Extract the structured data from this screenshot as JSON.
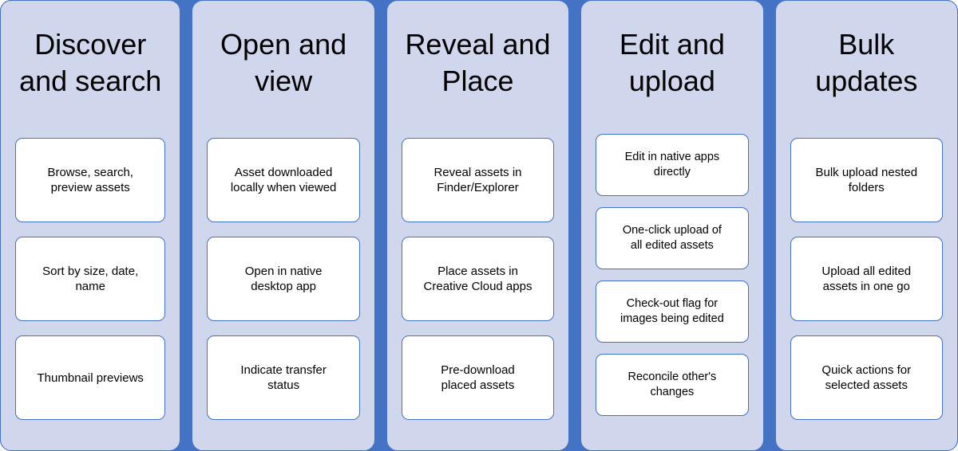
{
  "theme": {
    "plate_color": "#4472C4",
    "column_fill": "#D0D6EC",
    "column_border": "#4472C4",
    "card_fill": "#FFFFFF",
    "card_border": "#4472C4",
    "text_color": "#000000"
  },
  "columns": [
    {
      "heading": "Discover\nand search",
      "cards": [
        {
          "label": "Browse, search,\npreview assets"
        },
        {
          "label": "Sort by size, date,\nname"
        },
        {
          "label": "Thumbnail previews"
        }
      ]
    },
    {
      "heading": "Open and\nview",
      "cards": [
        {
          "label": "Asset downloaded\nlocally when viewed"
        },
        {
          "label": "Open in native\ndesktop app"
        },
        {
          "label": "Indicate transfer\nstatus"
        }
      ]
    },
    {
      "heading": "Reveal and\nPlace",
      "cards": [
        {
          "label": "Reveal assets in\nFinder/Explorer"
        },
        {
          "label": "Place assets in\nCreative Cloud apps"
        },
        {
          "label": "Pre-download\nplaced assets"
        }
      ]
    },
    {
      "heading": "Edit and\nupload",
      "cards": [
        {
          "label": "Edit in native apps\ndirectly"
        },
        {
          "label": "One-click upload of\nall edited assets"
        },
        {
          "label": "Check-out flag for\nimages being edited"
        },
        {
          "label": "Reconcile other's\nchanges"
        }
      ]
    },
    {
      "heading": "Bulk\nupdates",
      "cards": [
        {
          "label": "Bulk upload nested\nfolders"
        },
        {
          "label": "Upload all edited\nassets in one go"
        },
        {
          "label": "Quick actions for\nselected assets"
        }
      ]
    }
  ]
}
